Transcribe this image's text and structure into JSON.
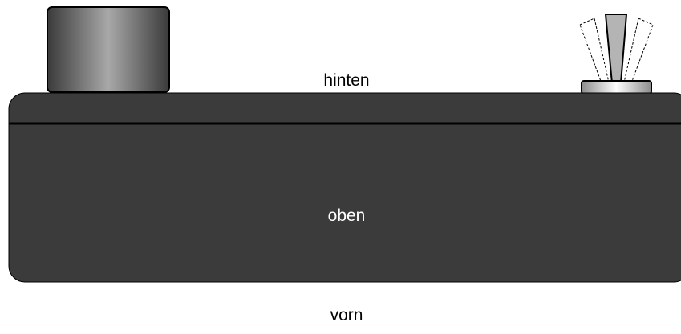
{
  "labels": {
    "back": "hinten",
    "top": "oben",
    "front": "vorn"
  },
  "components": {
    "knob": "knob",
    "toggle_switch": "toggle-switch"
  },
  "colors": {
    "enclosure": "#3b3b3b",
    "enclosure_edge": "#000000",
    "text_on_enclosure": "#ffffff",
    "text_outside": "#000000",
    "knob_dark": "#3a3a3a",
    "knob_light": "#a8a8a8",
    "toggle_lever": "#b4b4b4",
    "toggle_base_dark": "#8c8c8c",
    "toggle_base_light": "#ffffff"
  }
}
